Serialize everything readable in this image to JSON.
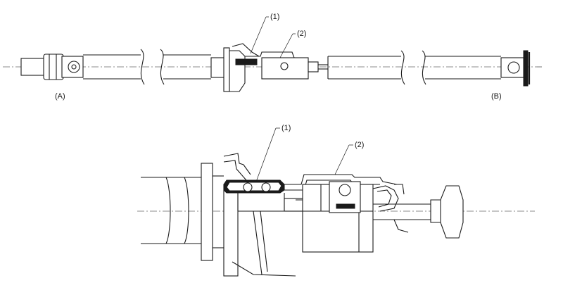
{
  "labels": {
    "part_1": "(1)",
    "part_2": "(2)",
    "end_a": "(A)",
    "end_b": "(B)"
  }
}
